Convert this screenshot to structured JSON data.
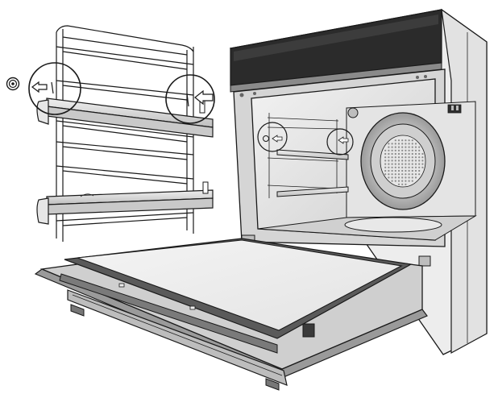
{
  "figure": {
    "callout_symbol": "◎",
    "icons": [
      "rack-side-view",
      "arrow-left-icon",
      "oven-body",
      "fan-cover",
      "oven-door"
    ],
    "colors": {
      "line": "#1a1a1a",
      "panel_dark": "#2b2b2b",
      "metal_light": "#d9d9d9",
      "metal_mid": "#bdbdbd",
      "background": "#ffffff"
    }
  }
}
